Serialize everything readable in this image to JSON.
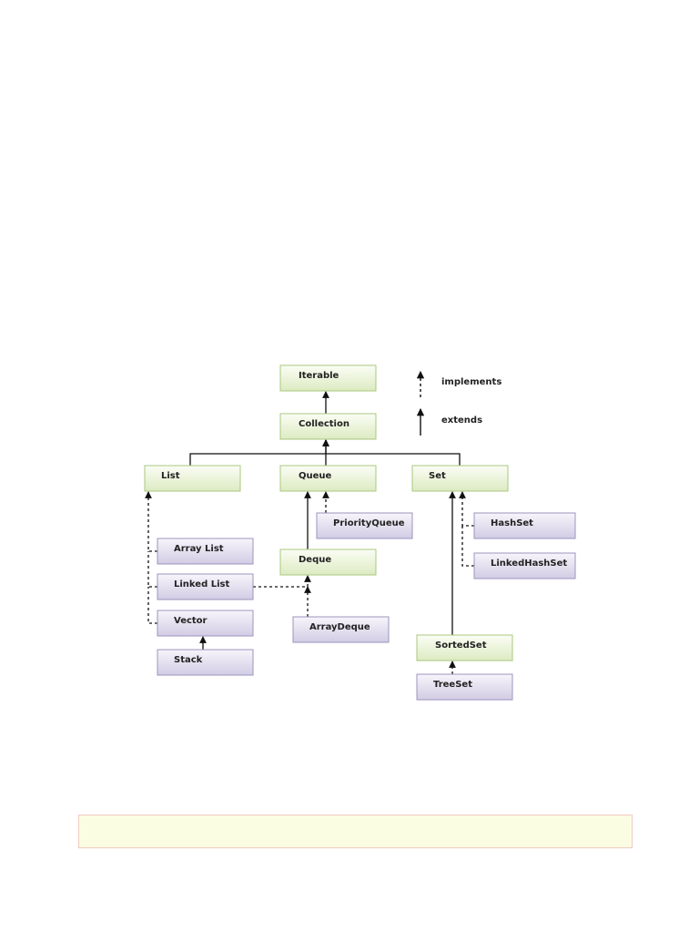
{
  "diagram": {
    "nodes": [
      {
        "id": "iterable",
        "label": "Iterable",
        "kind": "interface"
      },
      {
        "id": "collection",
        "label": "Collection",
        "kind": "interface"
      },
      {
        "id": "list",
        "label": "List",
        "kind": "interface"
      },
      {
        "id": "queue",
        "label": "Queue",
        "kind": "interface"
      },
      {
        "id": "set",
        "label": "Set",
        "kind": "interface"
      },
      {
        "id": "priorityqueue",
        "label": "PriorityQueue",
        "kind": "class"
      },
      {
        "id": "deque",
        "label": "Deque",
        "kind": "interface"
      },
      {
        "id": "arraydeque",
        "label": "ArrayDeque",
        "kind": "class"
      },
      {
        "id": "arraylist",
        "label": "Array List",
        "kind": "class"
      },
      {
        "id": "linkedlist",
        "label": "Linked List",
        "kind": "class"
      },
      {
        "id": "vector",
        "label": "Vector",
        "kind": "class"
      },
      {
        "id": "stack",
        "label": "Stack",
        "kind": "class"
      },
      {
        "id": "hashset",
        "label": "HashSet",
        "kind": "class"
      },
      {
        "id": "linkedhashset",
        "label": "LinkedHashSet",
        "kind": "class"
      },
      {
        "id": "sortedset",
        "label": "SortedSet",
        "kind": "interface"
      },
      {
        "id": "treeset",
        "label": "TreeSet",
        "kind": "class"
      }
    ],
    "edges": [
      {
        "from": "collection",
        "to": "iterable",
        "type": "extends"
      },
      {
        "from": "list",
        "to": "collection",
        "type": "extends"
      },
      {
        "from": "queue",
        "to": "collection",
        "type": "extends"
      },
      {
        "from": "set",
        "to": "collection",
        "type": "extends"
      },
      {
        "from": "priorityqueue",
        "to": "queue",
        "type": "implements"
      },
      {
        "from": "deque",
        "to": "queue",
        "type": "extends"
      },
      {
        "from": "arraylist",
        "to": "list",
        "type": "implements"
      },
      {
        "from": "linkedlist",
        "to": "list",
        "type": "implements"
      },
      {
        "from": "vector",
        "to": "list",
        "type": "implements"
      },
      {
        "from": "linkedlist",
        "to": "deque",
        "type": "implements"
      },
      {
        "from": "arraydeque",
        "to": "deque",
        "type": "implements"
      },
      {
        "from": "stack",
        "to": "vector",
        "type": "extends"
      },
      {
        "from": "hashset",
        "to": "set",
        "type": "implements"
      },
      {
        "from": "linkedhashset",
        "to": "set",
        "type": "implements"
      },
      {
        "from": "sortedset",
        "to": "set",
        "type": "extends"
      },
      {
        "from": "treeset",
        "to": "sortedset",
        "type": "implements"
      }
    ],
    "legend": {
      "implements": "implements",
      "extends": "extends"
    },
    "colors": {
      "interface_fill": "#eef6dd",
      "interface_border": "#a9c77f",
      "class_fill": "#e4e0ef",
      "class_border": "#9d94bd",
      "line": "#111111"
    }
  },
  "note_box": {
    "text": "",
    "fill": "#fbfde3",
    "border": "#f2c9c0"
  }
}
